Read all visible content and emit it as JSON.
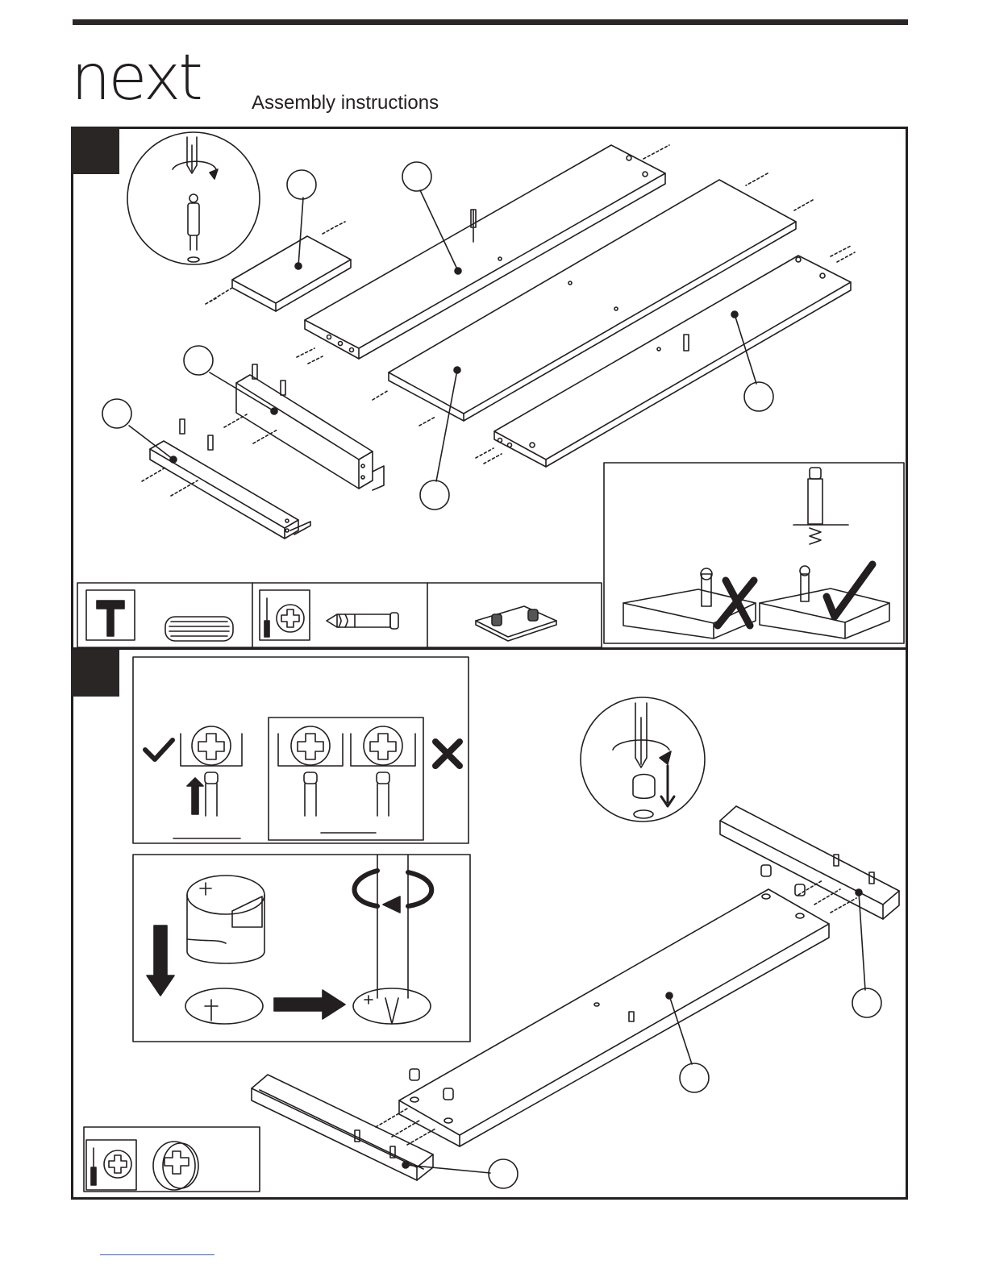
{
  "header": {
    "brand": "next",
    "title": "Assembly instructions"
  },
  "steps": [
    {
      "number": "",
      "label": "step-1"
    },
    {
      "number": "",
      "label": "step-2"
    }
  ],
  "icons": {
    "hammer": "hammer-icon",
    "screwdriver": "screwdriver-icon",
    "phillips": "phillips-head-icon",
    "check": "check-icon",
    "cross": "cross-icon",
    "rotate": "rotate-arrow-icon"
  },
  "colors": {
    "ink": "#231f20",
    "tab": "#2b2626",
    "link": "#3c5fc8"
  }
}
